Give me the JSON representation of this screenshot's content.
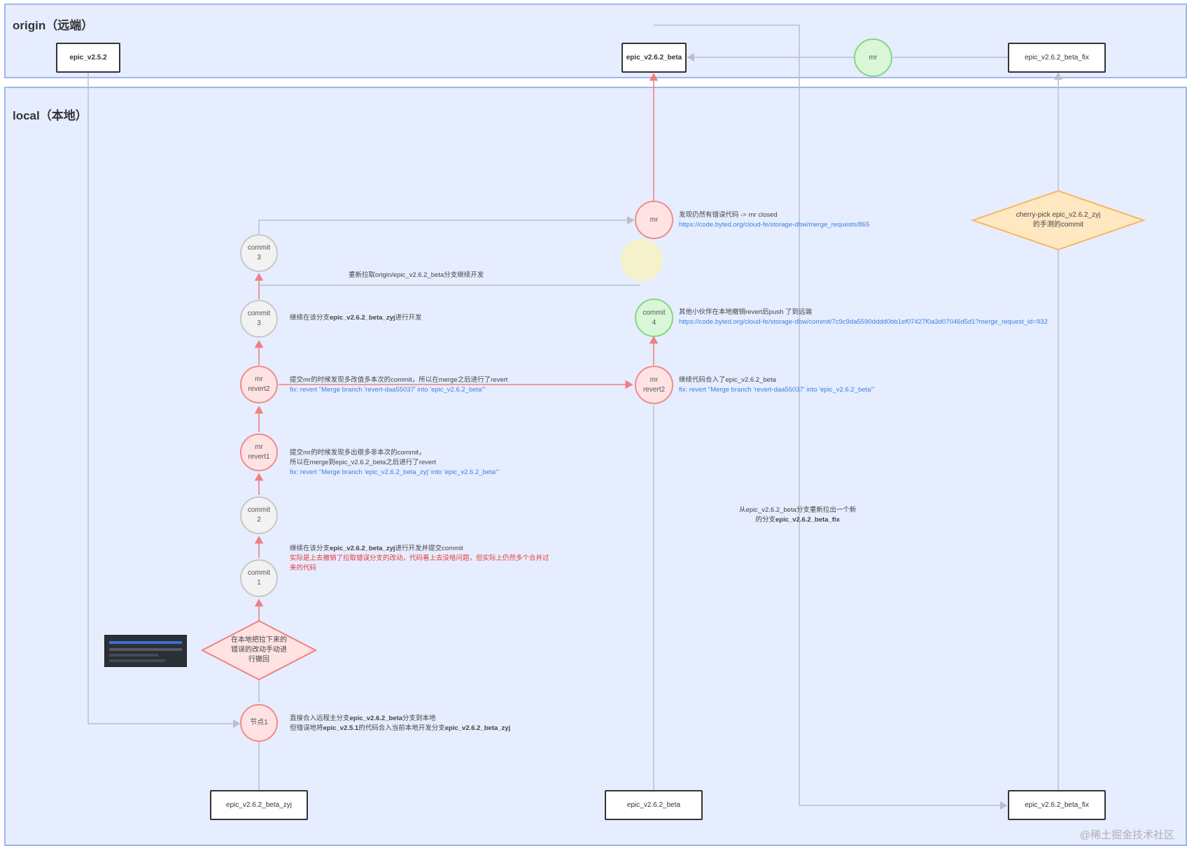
{
  "lanes": {
    "origin": "origin（远端）",
    "local": "local（本地）"
  },
  "boxes": {
    "origin_v251": "epic_v2.5.2",
    "origin_beta": "epic_v2.6.2_beta",
    "origin_fix": "epic_v2.6.2_beta_fix",
    "local_zyj": "epic_v2.6.2_beta_zyj",
    "local_beta": "epic_v2.6.2_beta",
    "local_fix": "epic_v2.6.2_beta_fix"
  },
  "nodes": {
    "mr_origin": "mr",
    "mr_local": "mr",
    "commit3_top": "commit\n3",
    "commit3": "commit\n3",
    "mr_revert2_left": "mr\nrevert2",
    "mr_revert2_right": "mr\nrevert2",
    "mr_revert1": "mr\nrevert1",
    "commit2": "commit\n2",
    "commit1": "commit\n1",
    "commit4": "commit\n4",
    "node1": "节点1"
  },
  "diamonds": {
    "local_op": "在本地把拉下来的\n错误的改动手动进\n行撤回",
    "cherry_pick": "cherry-pick epic_v2.6.2_zyj\n的手测的commit"
  },
  "notes": {
    "mr_closed_text": "发现仍然有错误代码 -> mr closed",
    "mr_closed_link": "https://code.byted.org/cloud-fe/storage-dbw/merge_requests/865",
    "pull_again": "重新拉取origin/epic_v2.6.2_beta分支继续开发",
    "commit3_pre": "继续在该分支",
    "commit3_branch": "epic_v2.6.2_beta_zyj",
    "commit3_post": "进行开发",
    "commit4_text": "其他小伙伴在本地撤销revert后push 了到远端",
    "commit4_link": "https://code.byted.org/cloud-fe/storage-dbw/commit/7c9c9da5590dddd0bb1ef07427f0a3d07046d5d1?merge_request_id=932",
    "revert2_text": "提交mr的时候发现多改值多本次的commit，所以在merge之后进行了revert",
    "revert2_link": "fix: revert \"Merge branch 'revert-daa55037' into 'epic_v2.6.2_beta'\"",
    "revert2_right_text": "继续代码合入了epic_v2.6.2_beta",
    "revert2_right_link": "fix: revert \"Merge branch 'revert-daa55037' into 'epic_v2.6.2_beta'\"",
    "revert1_line1": "提交mr的时候发现多出很多非本次的commit，",
    "revert1_line2": "所以在merge到epic_v2.6.2_beta之后进行了revert",
    "revert1_link": "fix: revert \"Merge branch 'epic_v2.6.2_beta_zyj' into 'epic_v2.6.2_beta'\"",
    "commit1_pre": "继续在该分支",
    "commit1_branch": "epic_v2.6.2_beta_zyj",
    "commit1_post": "进行开发并提交commit",
    "commit1_red1": "实际是上去撤销了拉取错误分支的改动，代码看上去没啥问题，但实际上仍然多个合并过",
    "commit1_red2": "来的代码",
    "node1_l1_pre": "直接合入远程主分支",
    "node1_l1_branch": "epic_v2.6.2_beta",
    "node1_l1_post": "分支到本地",
    "node1_l2_pre": "但错误地将",
    "node1_l2_b1": "epic_v2.5.1",
    "node1_l2_mid": "的代码合入当前本地开发分支",
    "node1_l2_b2": "epic_v2.6.2_beta_zyj",
    "fix_line1": "从epic_v2.6.2_beta分支重新拉出一个新",
    "fix_line2_pre": "的分支",
    "fix_line2_branch": "epic_v2.6.2_beta_fix"
  },
  "watermark": "@稀土掘金技术社区",
  "colors": {
    "lane_bg": "#e6edff",
    "lane_border": "#9fb6f0",
    "red_arrow": "#f08080",
    "gray_line": "#b9c0cc",
    "link": "#3d7fe0"
  }
}
